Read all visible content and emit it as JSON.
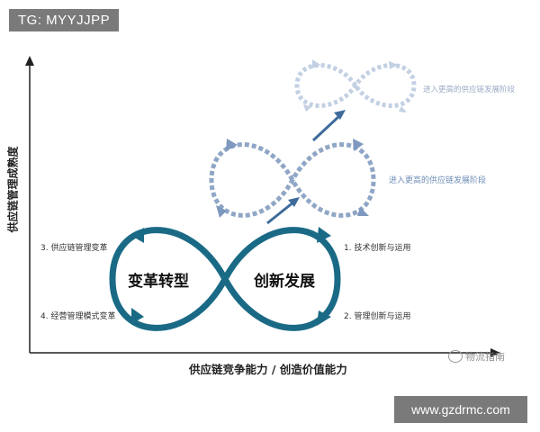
{
  "tag_text": "TG: MYYJJPP",
  "site_text": "www.gzdrmc.com",
  "axes": {
    "y_label": "供应链管理成熟度",
    "x_label": "供应链竞争能力 / 创造价值能力"
  },
  "main_loop": {
    "left_title": "变革转型",
    "right_title": "创新发展",
    "left_notes": [
      "3. 供应链管理变革",
      "4. 经营管理模式变革"
    ],
    "right_notes": [
      "1. 技术创新与运用",
      "2. 管理创新与运用"
    ]
  },
  "upper_loops": {
    "middle_label": "进入更高的供应链发展阶段",
    "top_label": "进入更高的供应链发展阶段"
  },
  "watermark_text": "物流指南",
  "colors": {
    "main_loop": "#1a6a86",
    "dashed_loop": "#8fa6c6",
    "top_loop": "#bccbe0",
    "arrow": "#3e6b9b"
  }
}
